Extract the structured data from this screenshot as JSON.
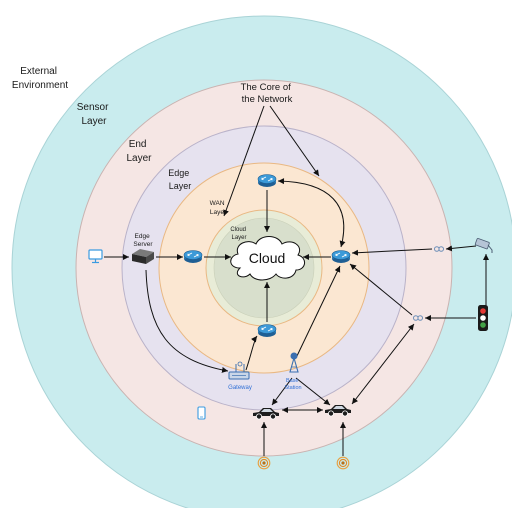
{
  "layers": {
    "external": "External\nEnvironment",
    "sensor": "Sensor\nLayer",
    "end": "End\nLayer",
    "edge": "Edge\nLayer",
    "wan": "WAN\nLayer",
    "cloud": "Cloud\nLayer"
  },
  "annotations": {
    "core": "The Core of\nthe Network"
  },
  "nodes": {
    "cloud": "Cloud",
    "edge_server": "Edge\nServer",
    "gateway": "Gateway",
    "base_station": "Base\nStation"
  },
  "colors": {
    "external": "#c9ecee",
    "sensor": "#f5e6e4",
    "end": "#e6e2ef",
    "edge": "#fbe7d2",
    "wan": "#e8ecd7",
    "cloud_zone": "#d8dfcc",
    "router": "#2e86c1",
    "wifi": "#e47f2b",
    "label_blue": "#2f6fd6"
  }
}
